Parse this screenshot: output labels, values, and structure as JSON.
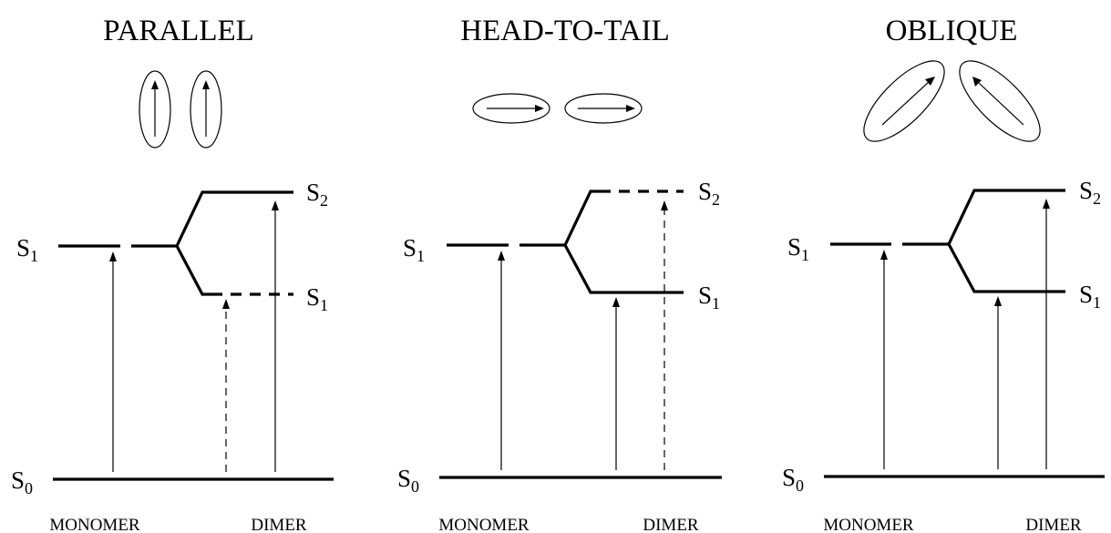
{
  "panels": [
    {
      "title": "PARALLEL",
      "s1_monomer_label": "S",
      "s1_monomer_sub": "1",
      "s2_label": "S",
      "s2_sub": "2",
      "s1_dimer_label": "S",
      "s1_dimer_sub": "1",
      "s0_label": "S",
      "s0_sub": "0",
      "monomer_caption": "MONOMER",
      "dimer_caption": "DIMER",
      "orientation": "parallel",
      "allowed_transition": "S2",
      "forbidden_transition": "S1"
    },
    {
      "title": "HEAD-TO-TAIL",
      "s1_monomer_label": "S",
      "s1_monomer_sub": "1",
      "s2_label": "S",
      "s2_sub": "2",
      "s1_dimer_label": "S",
      "s1_dimer_sub": "1",
      "s0_label": "S",
      "s0_sub": "0",
      "monomer_caption": "MONOMER",
      "dimer_caption": "DIMER",
      "orientation": "head-to-tail",
      "allowed_transition": "S1",
      "forbidden_transition": "S2"
    },
    {
      "title": "OBLIQUE",
      "s1_monomer_label": "S",
      "s1_monomer_sub": "1",
      "s2_label": "S",
      "s2_sub": "2",
      "s1_dimer_label": "S",
      "s1_dimer_sub": "1",
      "s0_label": "S",
      "s0_sub": "0",
      "monomer_caption": "MONOMER",
      "dimer_caption": "DIMER",
      "orientation": "oblique",
      "allowed_transition": "both",
      "forbidden_transition": "none"
    }
  ]
}
